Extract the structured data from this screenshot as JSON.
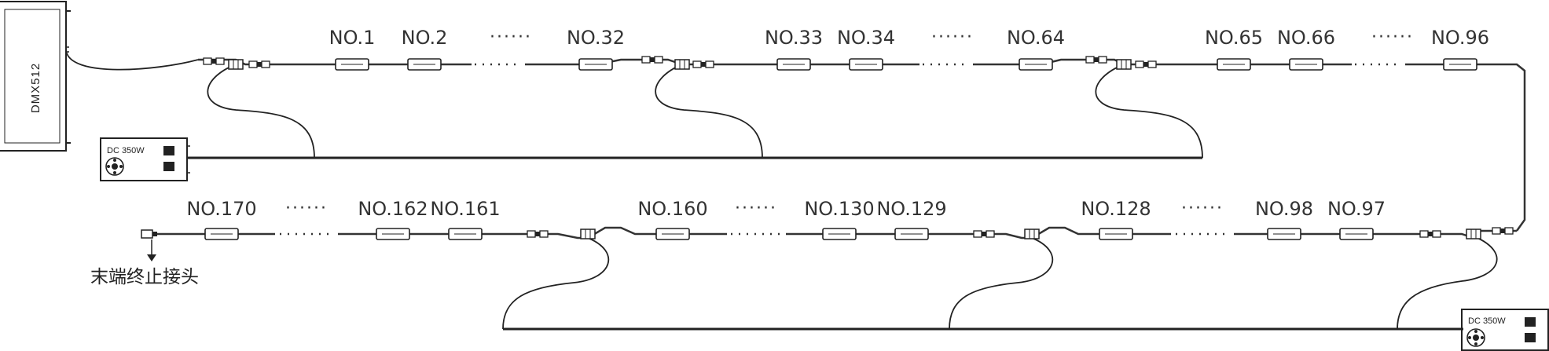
{
  "controller": {
    "label": "DMX512"
  },
  "power_supplies": [
    {
      "label": "DC  350W"
    },
    {
      "label": "DC  350W"
    }
  ],
  "row1_labels": [
    "NO.1",
    "NO.2",
    "NO.32",
    "NO.33",
    "NO.34",
    "NO.64",
    "NO.65",
    "NO.66",
    "NO.96"
  ],
  "row2_labels": [
    "NO.170",
    "NO.162",
    "NO.161",
    "NO.160",
    "NO.130",
    "NO.129",
    "NO.128",
    "NO.98",
    "NO.97"
  ],
  "ellipsis": "······",
  "end_terminator": {
    "label": "末端终止接头"
  },
  "colors": {
    "line": "#222222",
    "cable": "#444444",
    "fill": "#ffffff"
  }
}
